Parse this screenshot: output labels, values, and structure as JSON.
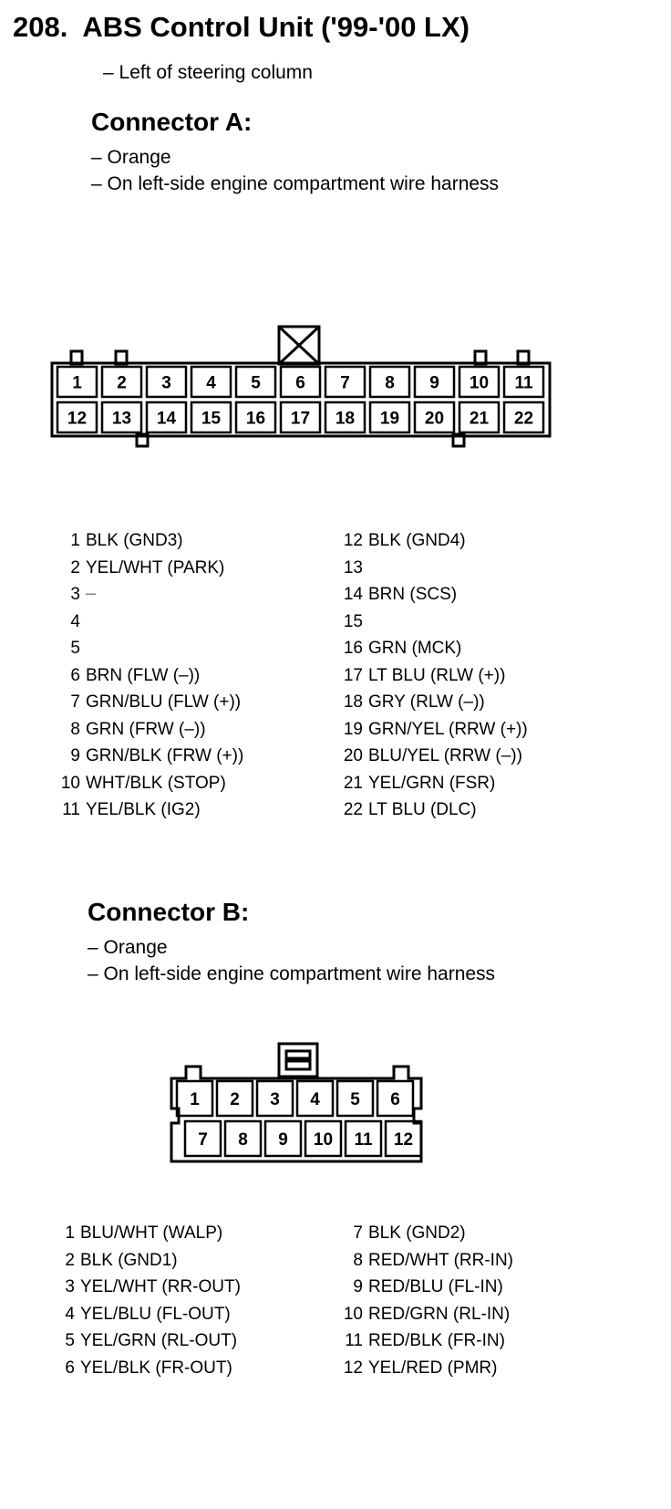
{
  "header": {
    "number": "208.",
    "title": "ABS Control Unit ('99-'00 LX)",
    "location": "– Left of steering column"
  },
  "connector_a": {
    "heading": "Connector A:",
    "notes": [
      "– Orange",
      "– On left-side engine compartment wire harness"
    ],
    "top_row": [
      "1",
      "2",
      "3",
      "4",
      "5",
      "6",
      "7",
      "8",
      "9",
      "10",
      "11"
    ],
    "bottom_row": [
      "12",
      "13",
      "14",
      "15",
      "16",
      "17",
      "18",
      "19",
      "20",
      "21",
      "22"
    ],
    "pins_left": [
      {
        "num": "1",
        "desc": "BLK (GND3)"
      },
      {
        "num": "2",
        "desc": "YEL/WHT (PARK)"
      },
      {
        "num": "3",
        "desc": "—"
      },
      {
        "num": "4",
        "desc": ""
      },
      {
        "num": "5",
        "desc": ""
      },
      {
        "num": "6",
        "desc": "BRN (FLW (–))"
      },
      {
        "num": "7",
        "desc": "GRN/BLU (FLW (+))"
      },
      {
        "num": "8",
        "desc": "GRN (FRW (–))"
      },
      {
        "num": "9",
        "desc": "GRN/BLK (FRW (+))"
      },
      {
        "num": "10",
        "desc": "WHT/BLK (STOP)"
      },
      {
        "num": "11",
        "desc": "YEL/BLK (IG2)"
      }
    ],
    "pins_right": [
      {
        "num": "12",
        "desc": "BLK (GND4)"
      },
      {
        "num": "13",
        "desc": ""
      },
      {
        "num": "14",
        "desc": "BRN (SCS)"
      },
      {
        "num": "15",
        "desc": ""
      },
      {
        "num": "16",
        "desc": "GRN (MCK)"
      },
      {
        "num": "17",
        "desc": "LT BLU (RLW (+))"
      },
      {
        "num": "18",
        "desc": "GRY (RLW (–))"
      },
      {
        "num": "19",
        "desc": "GRN/YEL (RRW (+))"
      },
      {
        "num": "20",
        "desc": "BLU/YEL (RRW (–))"
      },
      {
        "num": "21",
        "desc": "YEL/GRN (FSR)"
      },
      {
        "num": "22",
        "desc": "LT BLU (DLC)"
      }
    ]
  },
  "connector_b": {
    "heading": "Connector B:",
    "notes": [
      "– Orange",
      "– On left-side engine compartment wire harness"
    ],
    "top_row": [
      "1",
      "2",
      "3",
      "4",
      "5",
      "6"
    ],
    "bottom_row": [
      "7",
      "8",
      "9",
      "10",
      "11",
      "12"
    ],
    "pins_left": [
      {
        "num": "1",
        "desc": "BLU/WHT (WALP)"
      },
      {
        "num": "2",
        "desc": "BLK (GND1)"
      },
      {
        "num": "3",
        "desc": "YEL/WHT (RR-OUT)"
      },
      {
        "num": "4",
        "desc": "YEL/BLU (FL-OUT)"
      },
      {
        "num": "5",
        "desc": "YEL/GRN (RL-OUT)"
      },
      {
        "num": "6",
        "desc": "YEL/BLK (FR-OUT)"
      }
    ],
    "pins_right": [
      {
        "num": "7",
        "desc": "BLK (GND2)"
      },
      {
        "num": "8",
        "desc": "RED/WHT (RR-IN)"
      },
      {
        "num": "9",
        "desc": "RED/BLU (FL-IN)"
      },
      {
        "num": "10",
        "desc": "RED/GRN (RL-IN)"
      },
      {
        "num": "11",
        "desc": "RED/BLK (FR-IN)"
      },
      {
        "num": "12",
        "desc": "YEL/RED (PMR)"
      }
    ]
  }
}
